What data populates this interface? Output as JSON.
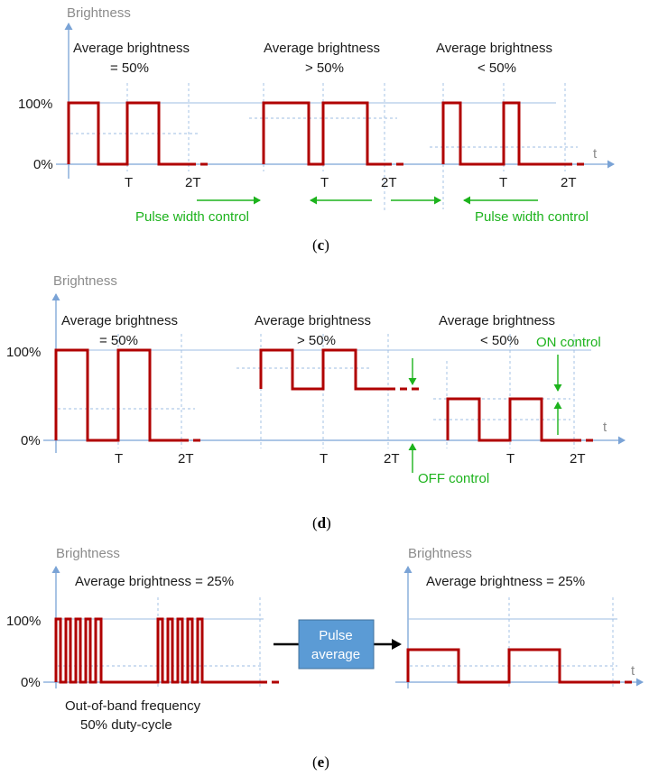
{
  "colors": {
    "waveform": "#b00000",
    "axis": "#7aa3d6",
    "control_annotation": "#1db31d",
    "pulse_box": "#5b9bd5"
  },
  "panel_c": {
    "y_axis_label": "Brightness",
    "x_axis_label": "t",
    "tick_100": "100%",
    "tick_0": "0%",
    "groups": [
      {
        "title": "Average brightness",
        "sub": "= 50%",
        "t1": "T",
        "t2": "2T"
      },
      {
        "title": "Average brightness",
        "sub": "> 50%",
        "t1": "T",
        "t2": "2T"
      },
      {
        "title": "Average brightness",
        "sub": "< 50%",
        "t1": "T",
        "t2": "2T"
      }
    ],
    "annotation_left": "Pulse width control",
    "annotation_right": "Pulse width control",
    "caption_open": "(",
    "caption_letter": "c",
    "caption_close": ")"
  },
  "panel_d": {
    "y_axis_label": "Brightness",
    "x_axis_label": "t",
    "tick_100": "100%",
    "tick_0": "0%",
    "groups": [
      {
        "title": "Average brightness",
        "sub": "= 50%",
        "t1": "T",
        "t2": "2T"
      },
      {
        "title": "Average brightness",
        "sub": "> 50%",
        "t1": "T",
        "t2": "2T"
      },
      {
        "title": "Average brightness",
        "sub": "< 50%",
        "t1": "T",
        "t2": "2T"
      }
    ],
    "on_control": "ON control",
    "off_control": "OFF control",
    "caption_open": "(",
    "caption_letter": "d",
    "caption_close": ")"
  },
  "panel_e": {
    "left": {
      "y_axis_label": "Brightness",
      "tick_100": "100%",
      "tick_0": "0%",
      "title": "Average brightness = 25%",
      "note_line1": "Out-of-band frequency",
      "note_line2": "50% duty-cycle"
    },
    "box_line1": "Pulse",
    "box_line2": "average",
    "right": {
      "y_axis_label": "Brightness",
      "x_axis_label": "t",
      "title": "Average brightness = 25%"
    },
    "caption_open": "(",
    "caption_letter": "e",
    "caption_close": ")"
  }
}
